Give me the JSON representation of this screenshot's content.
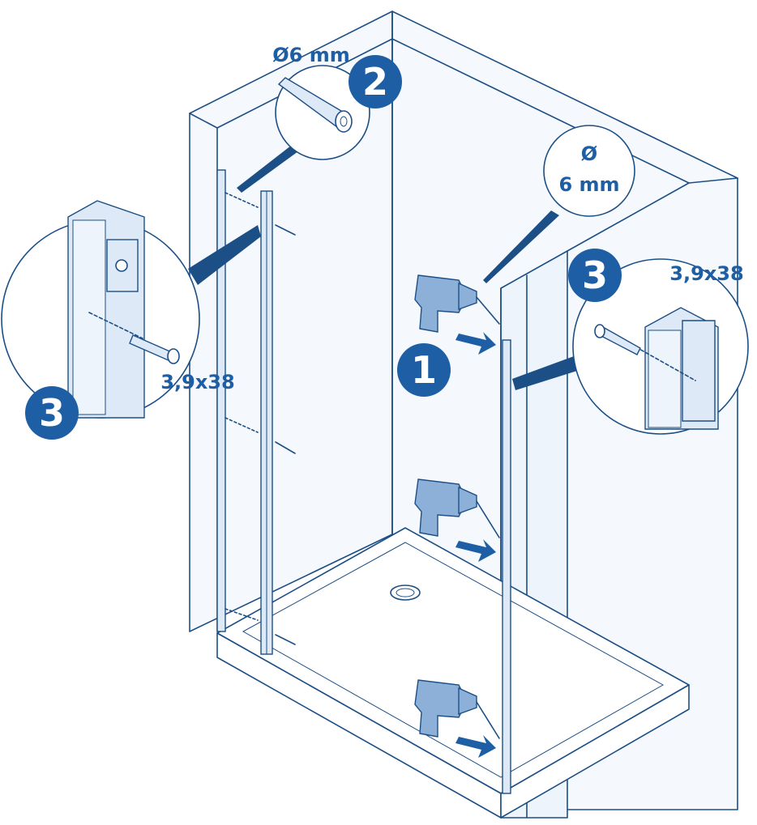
{
  "labels": {
    "anchor_dim": "Ø6 mm",
    "drill_dim_line1": "Ø",
    "drill_dim_line2": "6 mm",
    "screw_left": "3,9x38",
    "screw_right": "3,9x38"
  },
  "steps": {
    "drill": "1",
    "anchor": "2",
    "screw_left": "3",
    "screw_right": "3"
  },
  "colors": {
    "line": "#1c4f86",
    "badge": "#1d5ea4",
    "tint": "#eef4fb"
  }
}
